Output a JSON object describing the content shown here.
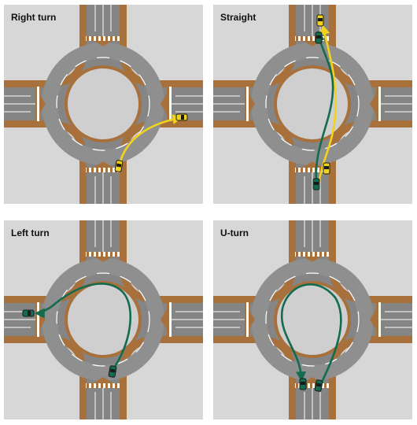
{
  "colors": {
    "background": "#d7d7d7",
    "curb": "#a8713c",
    "road": "#858585",
    "island": "#cfcfcf",
    "splitter": "#a8713c",
    "marking": "#ffffff",
    "right_turn_path": "#f2d21a",
    "through_left_uturn_path": "#136b50",
    "car_yellow": "#f2d21a",
    "car_green": "#136b50"
  },
  "panels": [
    {
      "title": "Right turn",
      "path_color": "yellow",
      "icons": [
        "car-icon"
      ]
    },
    {
      "title": "Straight",
      "path_color": "yellow-and-green",
      "icons": [
        "car-icon"
      ]
    },
    {
      "title": "Left turn",
      "path_color": "green",
      "icons": [
        "car-icon"
      ]
    },
    {
      "title": "U-turn",
      "path_color": "green",
      "icons": [
        "car-icon"
      ]
    }
  ]
}
